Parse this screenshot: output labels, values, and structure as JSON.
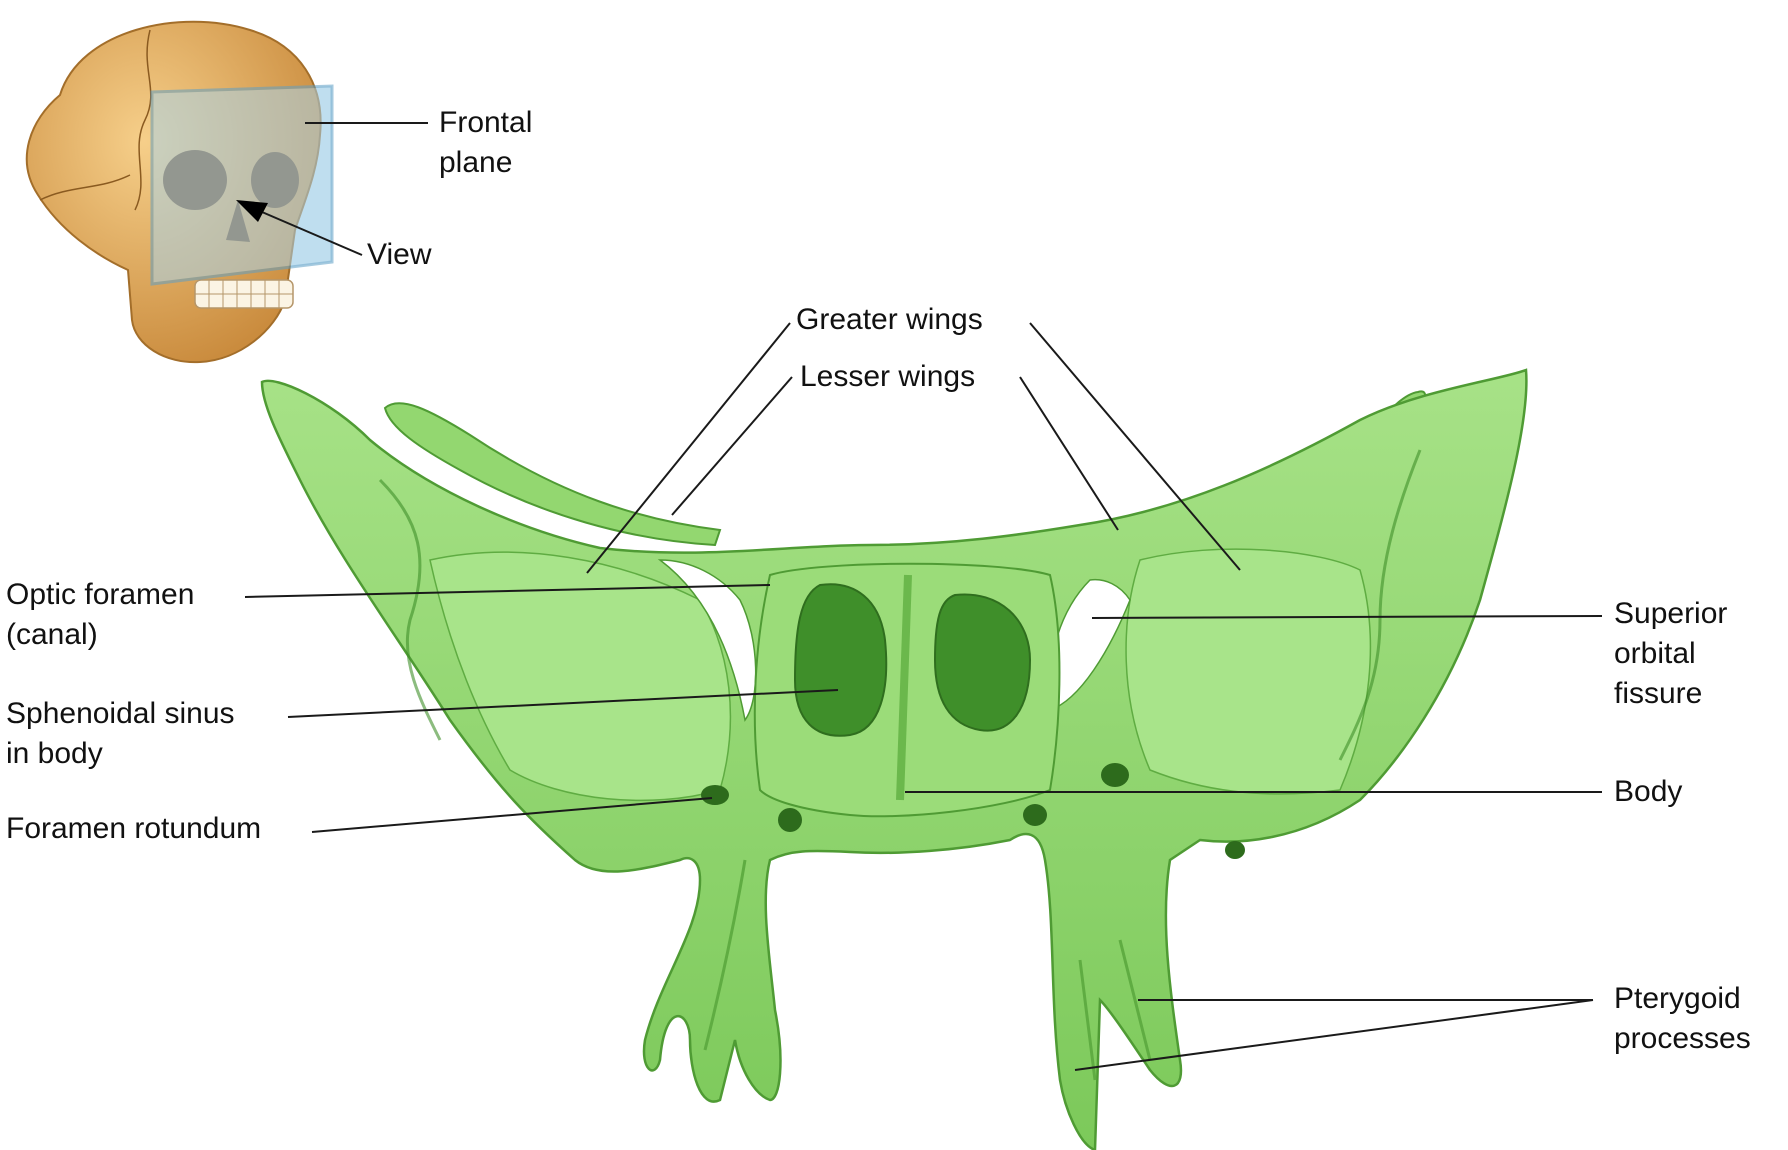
{
  "colors": {
    "bone": "#8ed86a",
    "bone_light": "#c7efa9",
    "bone_dark": "#4f9b34",
    "skull": "#e6b266",
    "skull_dark": "#b57c30",
    "plane": "#a9d3ea",
    "leader": "#1a1a1a"
  },
  "inset": {
    "frontal_plane": [
      "Frontal",
      "plane"
    ],
    "view": "View"
  },
  "labels": {
    "greater_wings": "Greater wings",
    "lesser_wings": "Lesser wings",
    "optic_foramen": [
      "Optic foramen",
      "(canal)"
    ],
    "sphenoidal_sinus": [
      "Sphenoidal sinus",
      "in body"
    ],
    "foramen_rotundum": "Foramen rotundum",
    "superior_orbital_fissure": [
      "Superior",
      "orbital",
      "fissure"
    ],
    "body": "Body",
    "pterygoid_processes": [
      "Pterygoid",
      "processes"
    ]
  }
}
